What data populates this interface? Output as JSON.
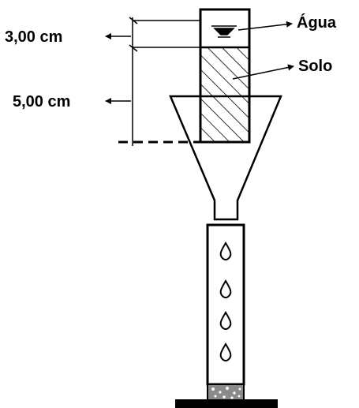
{
  "labels": {
    "water": "Água",
    "soil": "Solo",
    "water_height": "3,00 cm",
    "soil_height": "5,00 cm"
  },
  "colors": {
    "ink": "#000000",
    "background": "#ffffff",
    "gravel": "#8a8a8a"
  }
}
